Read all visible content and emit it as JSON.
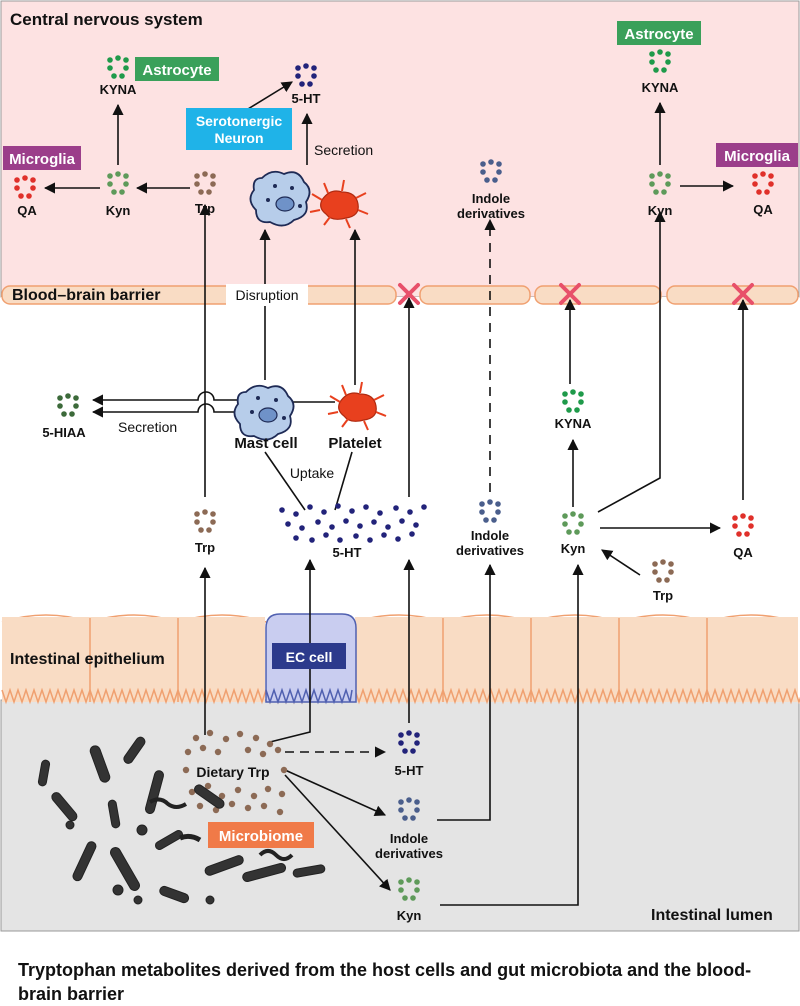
{
  "regions": {
    "cns": "Central nervous system",
    "bbb": "Blood–brain barrier",
    "epithelium": "Intestinal epithelium",
    "lumen": "Intestinal lumen"
  },
  "cns": {
    "microglia_left": "Microglia",
    "qa_left": "QA",
    "kyn_left": "Kyn",
    "kyna_left": "KYNA",
    "astrocyte_left": "Astrocyte",
    "trp": "Trp",
    "serotonergic_neuron_line1": "Serotonergic",
    "serotonergic_neuron_line2": "Neuron",
    "ht5": "5-HT",
    "secretion": "Secretion",
    "indole_line1": "Indole",
    "indole_line2": "derivatives",
    "astrocyte_right": "Astrocyte",
    "kyna_right": "KYNA",
    "kyn_right": "Kyn",
    "microglia_right": "Microglia",
    "qa_right": "QA"
  },
  "blood": {
    "disruption": "Disruption",
    "hiaa": "5-HIAA",
    "secretion": "Secretion",
    "mast_cell": "Mast cell",
    "platelet": "Platelet",
    "uptake": "Uptake",
    "trp": "Trp",
    "ht5": "5-HT",
    "indole_line1": "Indole",
    "indole_line2": "derivatives",
    "kyna": "KYNA",
    "kyn": "Kyn",
    "qa": "QA",
    "trp_right": "Trp"
  },
  "gut": {
    "ec_cell": "EC cell",
    "dietary_trp": "Dietary Trp",
    "microbiome": "Microbiome",
    "ht5": "5-HT",
    "indole_line1": "Indole",
    "indole_line2": "derivatives",
    "kyn": "Kyn"
  },
  "caption": "Tryptophan metabolites derived from the host cells and gut microbiota and the blood-brain barrier",
  "colors": {
    "cns_bg": "#fde2e2",
    "barrier_fill": "#f9dcc4",
    "barrier_stroke": "#f0a070",
    "lumen_bg": "#e4e4e4",
    "astrocyte": "#3aa05a",
    "microglia": "#9b3e8a",
    "neuron": "#1fb3e8",
    "microbiome": "#f07a48",
    "ec_cell": "#2c3a8c",
    "kyna_dots": "#1f9a4a",
    "qa_dots": "#e0302a",
    "kyn_dots": "#5e9a5a",
    "trp_dots": "#8c6a55",
    "ht5_dots": "#22237a",
    "indole_dots": "#4a5e8c",
    "hiaa_dots": "#3c6a3a",
    "block_x": "#e8506a"
  }
}
